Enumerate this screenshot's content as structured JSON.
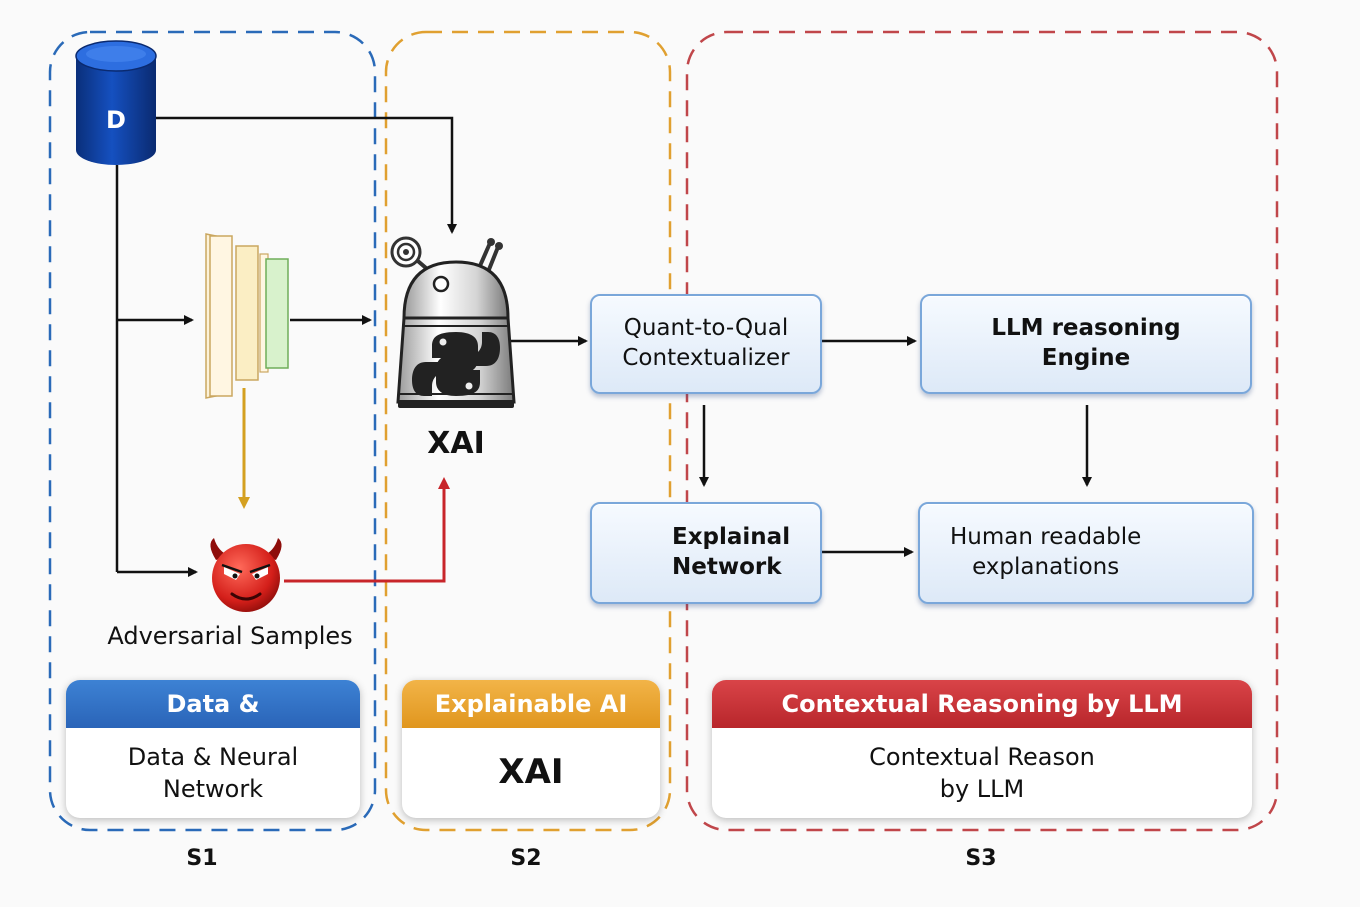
{
  "database": {
    "label": "D"
  },
  "xai_node": {
    "label": "XAI"
  },
  "adversarial": {
    "label": "Adversarial Samples"
  },
  "boxes": {
    "contextualizer": {
      "line1": "Quant-to-Qual",
      "line2": "Contextualizer"
    },
    "llm_engine": {
      "line1": "LLM reasoning",
      "line2": "Engine"
    },
    "explainal_network": {
      "line1": "Explainal",
      "line2": "Network"
    },
    "human_readable": {
      "line1": "Human readable",
      "line2": "explanations"
    }
  },
  "legend": [
    {
      "header": "Data &",
      "body_line1": "Data & Neural",
      "body_line2": "Network",
      "color": "#2f6fc4"
    },
    {
      "header": "Explainable AI",
      "body_line1": "XAI",
      "body_line2": "",
      "color": "#eaa22a"
    },
    {
      "header": "Contextual Reasoning by LLM",
      "body_line1": "Contextual Reason",
      "body_line2": "by LLM",
      "color": "#c9353a"
    }
  ],
  "regions": [
    {
      "label": "S1",
      "color": "#2a6ab8"
    },
    {
      "label": "S2",
      "color": "#e0a030"
    },
    {
      "label": "S3",
      "color": "#c0464a"
    }
  ],
  "icons": [
    "database-icon",
    "neural-network-icon",
    "devil-icon",
    "python-robot-icon",
    "network-graph-icon",
    "lightbulb-icon"
  ]
}
